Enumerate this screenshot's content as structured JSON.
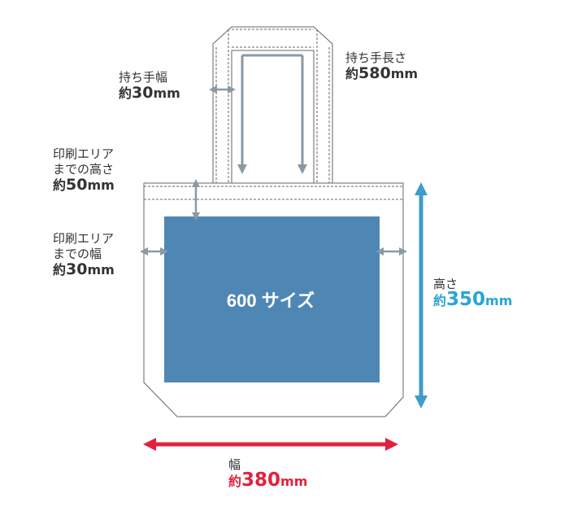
{
  "diagram": {
    "print_area_label": "600 サイズ",
    "handle_width": {
      "label": "持ち手幅",
      "prefix": "約",
      "number": "30",
      "unit": "mm"
    },
    "handle_length": {
      "label": "持ち手長さ",
      "prefix": "約",
      "number": "580",
      "unit": "mm"
    },
    "print_top_margin": {
      "label_line1": "印刷エリア",
      "label_line2": "までの高さ",
      "prefix": "約",
      "number": "50",
      "unit": "mm"
    },
    "print_side_margin": {
      "label_line1": "印刷エリア",
      "label_line2": "までの幅",
      "prefix": "約",
      "number": "30",
      "unit": "mm"
    },
    "bag_height": {
      "label": "高さ",
      "prefix": "約",
      "number": "350",
      "unit": "mm"
    },
    "bag_width": {
      "label": "幅",
      "prefix": "約",
      "number": "380",
      "unit": "mm"
    }
  },
  "colors": {
    "print_area": "#4f87b4",
    "height_arrow": "#3d9cc8",
    "height_value": "#2aa4d8",
    "width_arrow": "#e0223e",
    "width_value": "#e0223e",
    "small_arrow": "#8a9aa4",
    "outline": "#666666",
    "text": "#333333"
  }
}
